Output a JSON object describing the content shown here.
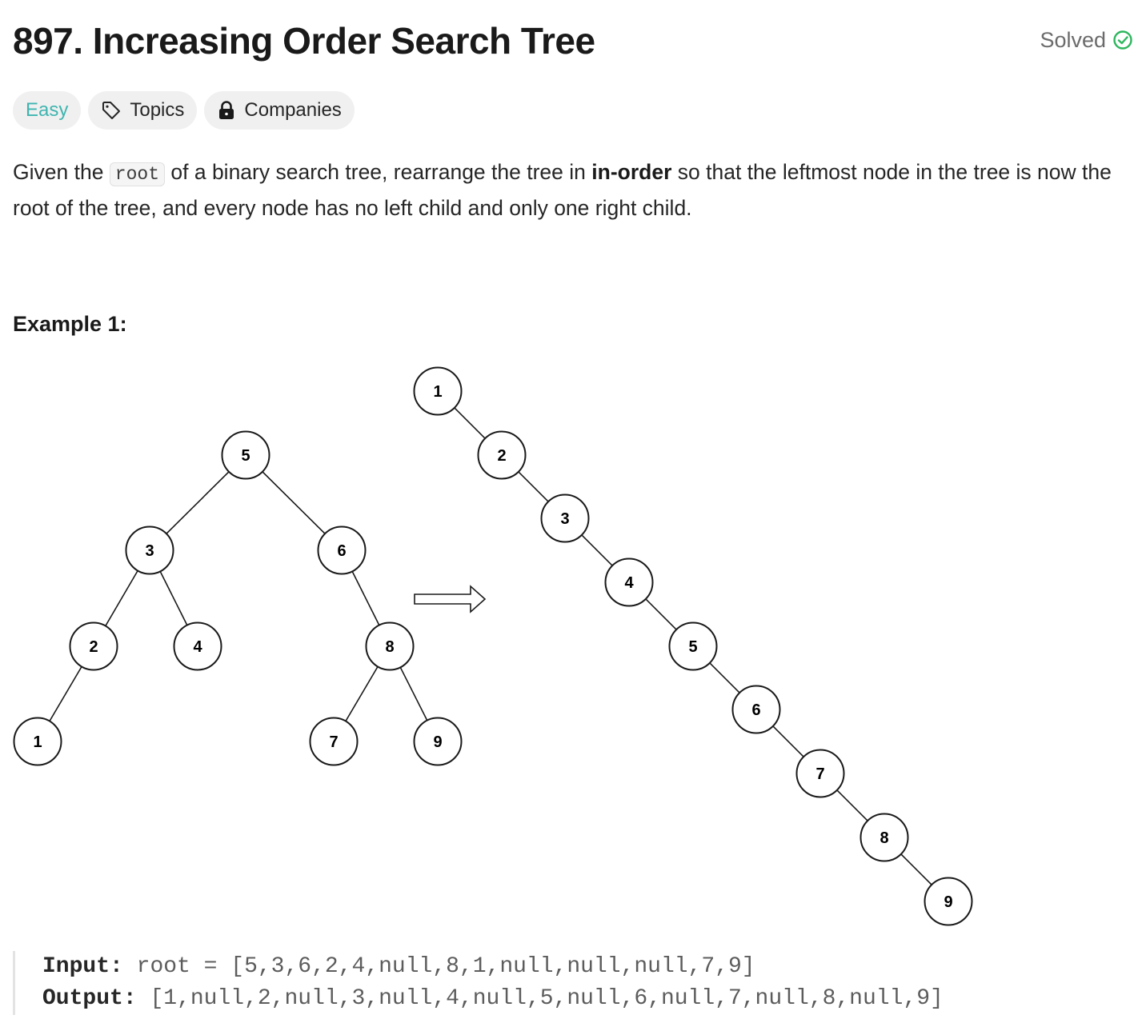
{
  "problem": {
    "title": "897. Increasing Order Search Tree",
    "status": "Solved"
  },
  "tags": {
    "difficulty": "Easy",
    "topics": "Topics",
    "companies": "Companies"
  },
  "description": {
    "part1": "Given the ",
    "code_root": "root",
    "part2": " of a binary search tree, rearrange the tree in ",
    "bold": "in-order",
    "part3": " so that the leftmost node in the tree is now the root of the tree, and every node has no left child and only one right child."
  },
  "example": {
    "heading": "Example 1:",
    "input_label": "Input:",
    "input_value": "root = [5,3,6,2,4,null,8,1,null,null,null,7,9]",
    "output_label": "Output:",
    "output_value": "[1,null,2,null,3,null,4,null,5,null,6,null,7,null,8,null,9]"
  },
  "diagram": {
    "input_tree": {
      "nodes": [
        "5",
        "3",
        "6",
        "2",
        "4",
        "8",
        "1",
        "7",
        "9"
      ]
    },
    "output_tree": {
      "nodes": [
        "1",
        "2",
        "3",
        "4",
        "5",
        "6",
        "7",
        "8",
        "9"
      ]
    }
  },
  "colors": {
    "easy": "#3fb5b0",
    "solved_check": "#2db55d",
    "chip_bg": "#f0f0f0"
  },
  "icons": {
    "solved": "check-circle-icon",
    "topics": "tag-icon",
    "companies": "lock-icon",
    "arrow": "right-arrow-icon"
  }
}
